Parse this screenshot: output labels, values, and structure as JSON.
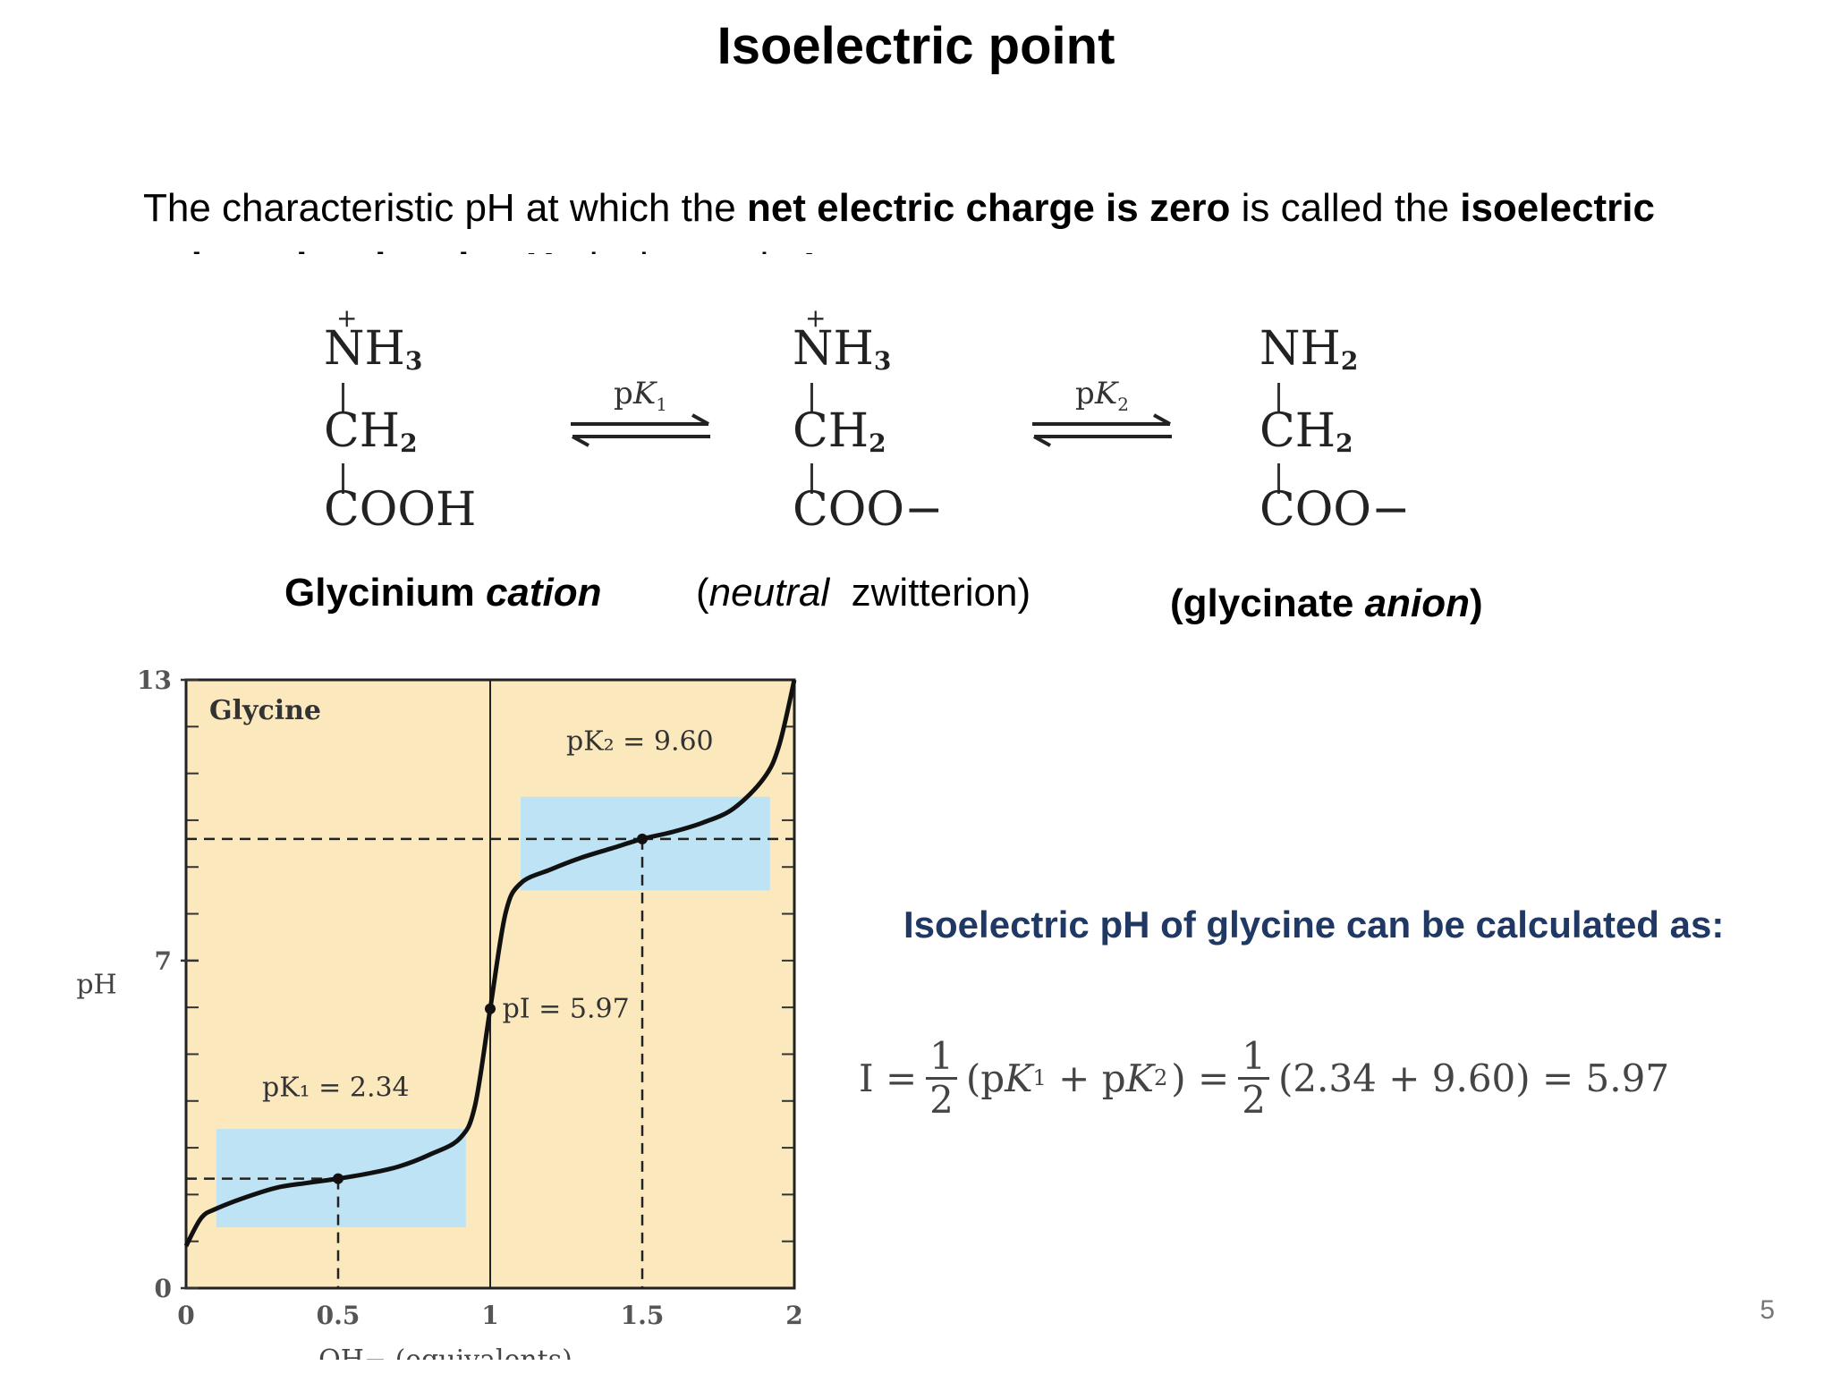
{
  "slide": {
    "title": "Isoelectric point",
    "intro": {
      "p1": "The characteristic pH at which the ",
      "b1": "net electric charge is zero",
      "p2": " is called the ",
      "b2": "isoelectric point",
      "p3": " or ",
      "b3": "isoelectric pH",
      "p4": ", designated ",
      "b4": "pI"
    },
    "page_number": "5"
  },
  "reaction": {
    "species": [
      {
        "top": "NH",
        "top_sub": "3",
        "charge": "+",
        "middle": "CH",
        "middle_sub": "2",
        "bottom": "COOH",
        "label_bold": "Glycinium ",
        "label_italic": "cation"
      },
      {
        "top": "NH",
        "top_sub": "3",
        "charge": "+",
        "middle": "CH",
        "middle_sub": "2",
        "bottom": "COO−",
        "label_open": "(",
        "label_italic": "neutral",
        "label_rest": "  zwitterion)"
      },
      {
        "top": "NH",
        "top_sub": "2",
        "middle": "CH",
        "middle_sub": "2",
        "bottom": "COO−",
        "label_open": "(glycinate ",
        "label_italic": "anion",
        "label_close": ")"
      }
    ],
    "arrows": [
      {
        "p": "p",
        "k": "K",
        "sub": "1"
      },
      {
        "p": "p",
        "k": "K",
        "sub": "2"
      }
    ]
  },
  "calculation": {
    "heading": "Isoelectric pH of glycine can be calculated as:",
    "lhs": "I =",
    "frac_num": "1",
    "frac_den": "2",
    "term1_open": "(p",
    "term1_k": "K",
    "term1_sub": "1",
    "plus": " + p",
    "term2_k": "K",
    "term2_sub": "2",
    "term_close": ") =",
    "numbers": "(2.34 + 9.60) = 5.97"
  },
  "chart_data": {
    "type": "line",
    "title": "Glycine",
    "xlabel": "OH− (equivalents)",
    "ylabel": "pH",
    "xlim": [
      0,
      2
    ],
    "ylim": [
      0,
      13
    ],
    "x_ticks": [
      "0",
      "0.5",
      "1",
      "1.5",
      "2"
    ],
    "y_ticks": [
      "0",
      "7",
      "13"
    ],
    "x": [
      0,
      0.05,
      0.1,
      0.2,
      0.3,
      0.4,
      0.5,
      0.6,
      0.7,
      0.8,
      0.9,
      0.95,
      1.0,
      1.05,
      1.1,
      1.2,
      1.3,
      1.4,
      1.5,
      1.6,
      1.7,
      1.8,
      1.9,
      1.95,
      2.0
    ],
    "y": [
      0.9,
      1.5,
      1.7,
      1.95,
      2.15,
      2.25,
      2.34,
      2.45,
      2.6,
      2.85,
      3.2,
      3.9,
      5.97,
      8.0,
      8.65,
      8.95,
      9.2,
      9.4,
      9.6,
      9.75,
      9.95,
      10.25,
      10.9,
      11.6,
      13.0
    ],
    "buffer_regions": [
      {
        "x": [
          0.1,
          0.92
        ],
        "y": [
          1.3,
          3.4
        ]
      },
      {
        "x": [
          1.1,
          1.92
        ],
        "y": [
          8.5,
          10.5
        ]
      }
    ],
    "annotations": [
      {
        "label": "pK₁ = 2.34",
        "x": 0.5,
        "y": 2.34
      },
      {
        "label": "pI = 5.97",
        "x": 1.0,
        "y": 5.97
      },
      {
        "label": "pK₂ = 9.60",
        "x": 1.5,
        "y": 9.6
      }
    ],
    "colors": {
      "background": "#fbe8bd",
      "buffer": "#bde3f5",
      "curve": "#111111"
    }
  }
}
